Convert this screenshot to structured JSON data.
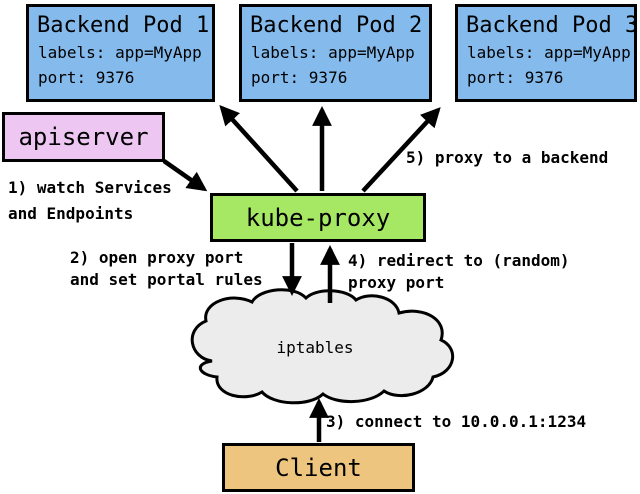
{
  "pods": [
    {
      "title": "Backend Pod 1",
      "labels_line": "labels: app=MyApp",
      "port_line": "port: 9376"
    },
    {
      "title": "Backend Pod 2",
      "labels_line": "labels: app=MyApp",
      "port_line": "port: 9376"
    },
    {
      "title": "Backend Pod 3",
      "labels_line": "labels: app=MyApp",
      "port_line": "port: 9376"
    }
  ],
  "nodes": {
    "apiserver": "apiserver",
    "kube_proxy": "kube-proxy",
    "iptables": "iptables",
    "client": "Client"
  },
  "annotations": {
    "step1_line1": "1) watch Services",
    "step1_line2": "and Endpoints",
    "step2_line1": "2) open proxy port",
    "step2_line2": "and set portal rules",
    "step3": "3) connect to 10.0.0.1:1234",
    "step4_line1": "4) redirect to (random)",
    "step4_line2": "proxy port",
    "step5": "5) proxy to a backend"
  },
  "colors": {
    "pod_fill": "#84BAEC",
    "apiserver_fill": "#EDC6F2",
    "kube_proxy_fill": "#A6E864",
    "client_fill": "#EDC57F",
    "cloud_fill": "#ECECEC",
    "border": "#000000"
  }
}
